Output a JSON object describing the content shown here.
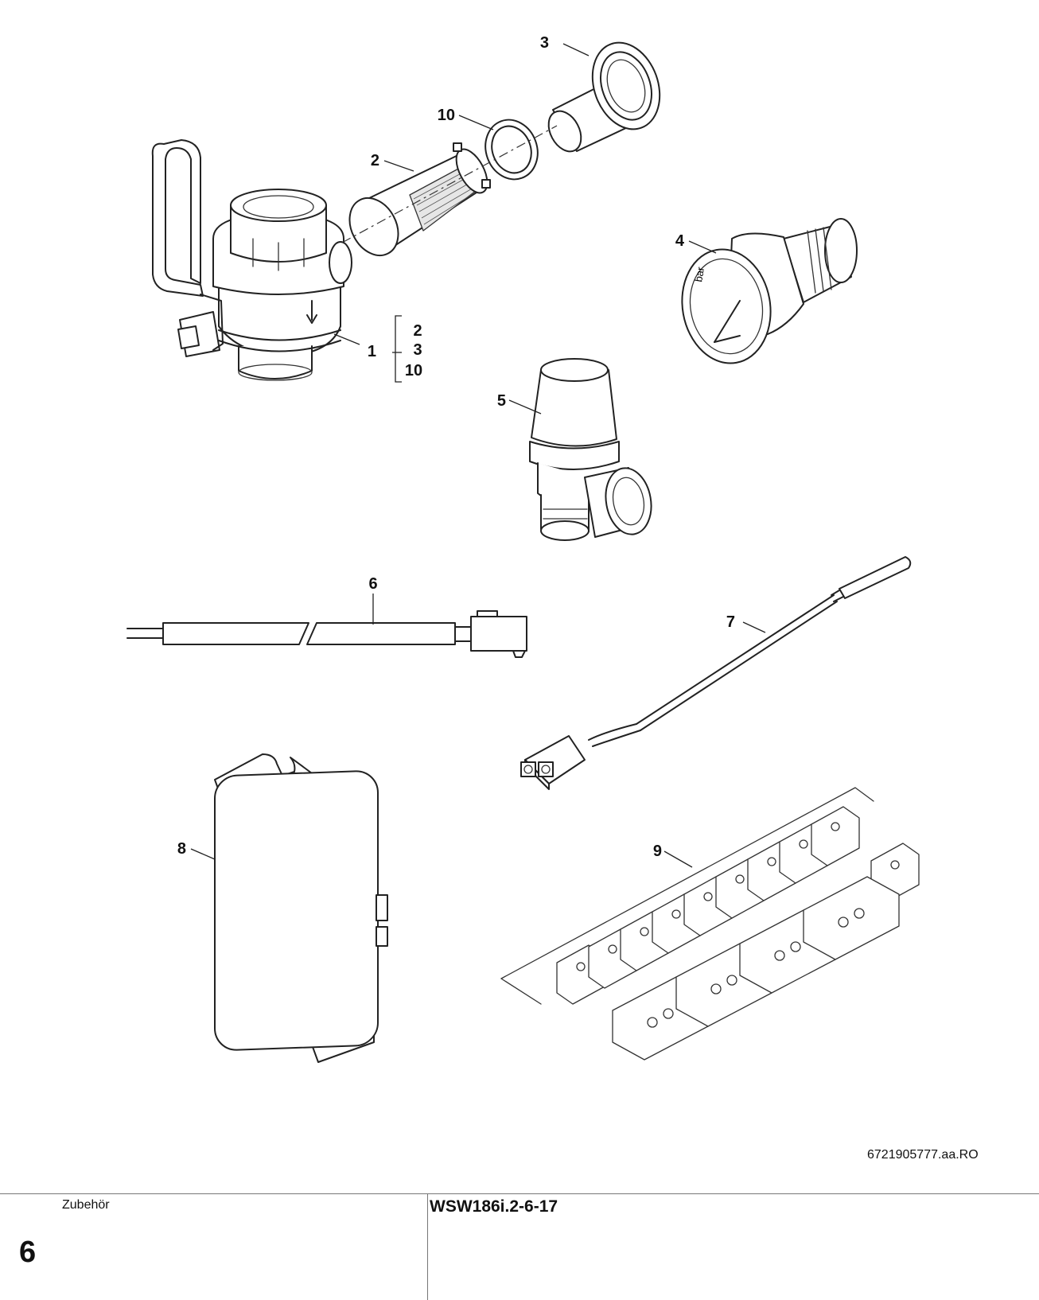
{
  "document": {
    "drawing_number": "6721905777.aa.RO",
    "section_title": "Zubehör",
    "page_number": "6",
    "model": "WSW186i.2-6-17"
  },
  "callouts": [
    {
      "id": "part-1",
      "label": "1"
    },
    {
      "id": "part-2",
      "label": "2"
    },
    {
      "id": "part-3",
      "label": "3"
    },
    {
      "id": "part-4",
      "label": "4"
    },
    {
      "id": "part-5",
      "label": "5"
    },
    {
      "id": "part-6",
      "label": "6"
    },
    {
      "id": "part-7",
      "label": "7"
    },
    {
      "id": "part-8",
      "label": "8"
    },
    {
      "id": "part-9",
      "label": "9"
    },
    {
      "id": "part-10",
      "label": "10"
    }
  ],
  "bracket_group": [
    "2",
    "3",
    "10"
  ]
}
